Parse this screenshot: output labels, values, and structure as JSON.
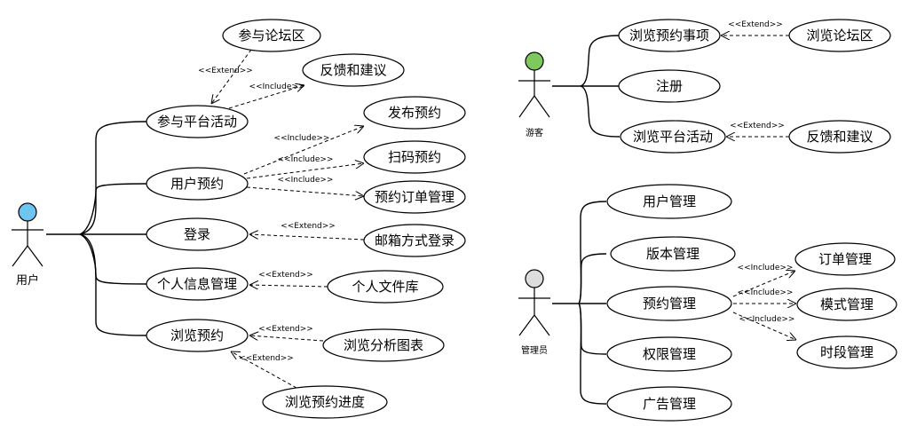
{
  "colors": {
    "user_head": "#6EC6F0",
    "guest_head": "#7DC95E",
    "admin_head": "#DDDDDD",
    "line": "#000000",
    "ellipse_fill": "#ffffff"
  },
  "stereotypes": {
    "extend": "<<Extend>>",
    "include": "<<Include>>"
  },
  "actors": {
    "user": "用户",
    "guest": "游客",
    "admin": "管理员"
  },
  "user": {
    "participate_activity": "参与平台活动",
    "participate_forum": "参与论坛区",
    "feedback": "反馈和建议",
    "user_booking": "用户预约",
    "publish_booking": "发布预约",
    "scan_booking": "扫码预约",
    "booking_order_mgmt": "预约订单管理",
    "login": "登录",
    "email_login": "邮箱方式登录",
    "personal_info_mgmt": "个人信息管理",
    "personal_files": "个人文件库",
    "browse_booking": "浏览预约",
    "browse_charts": "浏览分析图表",
    "browse_progress": "浏览预约进度"
  },
  "guest": {
    "browse_items": "浏览预约事项",
    "browse_forum": "浏览论坛区",
    "register": "注册",
    "browse_activity": "浏览平台活动",
    "feedback": "反馈和建议"
  },
  "admin": {
    "user_mgmt": "用户管理",
    "version_mgmt": "版本管理",
    "booking_mgmt": "预约管理",
    "order_mgmt": "订单管理",
    "mode_mgmt": "模式管理",
    "slot_mgmt": "时段管理",
    "permission_mgmt": "权限管理",
    "ad_mgmt": "广告管理"
  }
}
